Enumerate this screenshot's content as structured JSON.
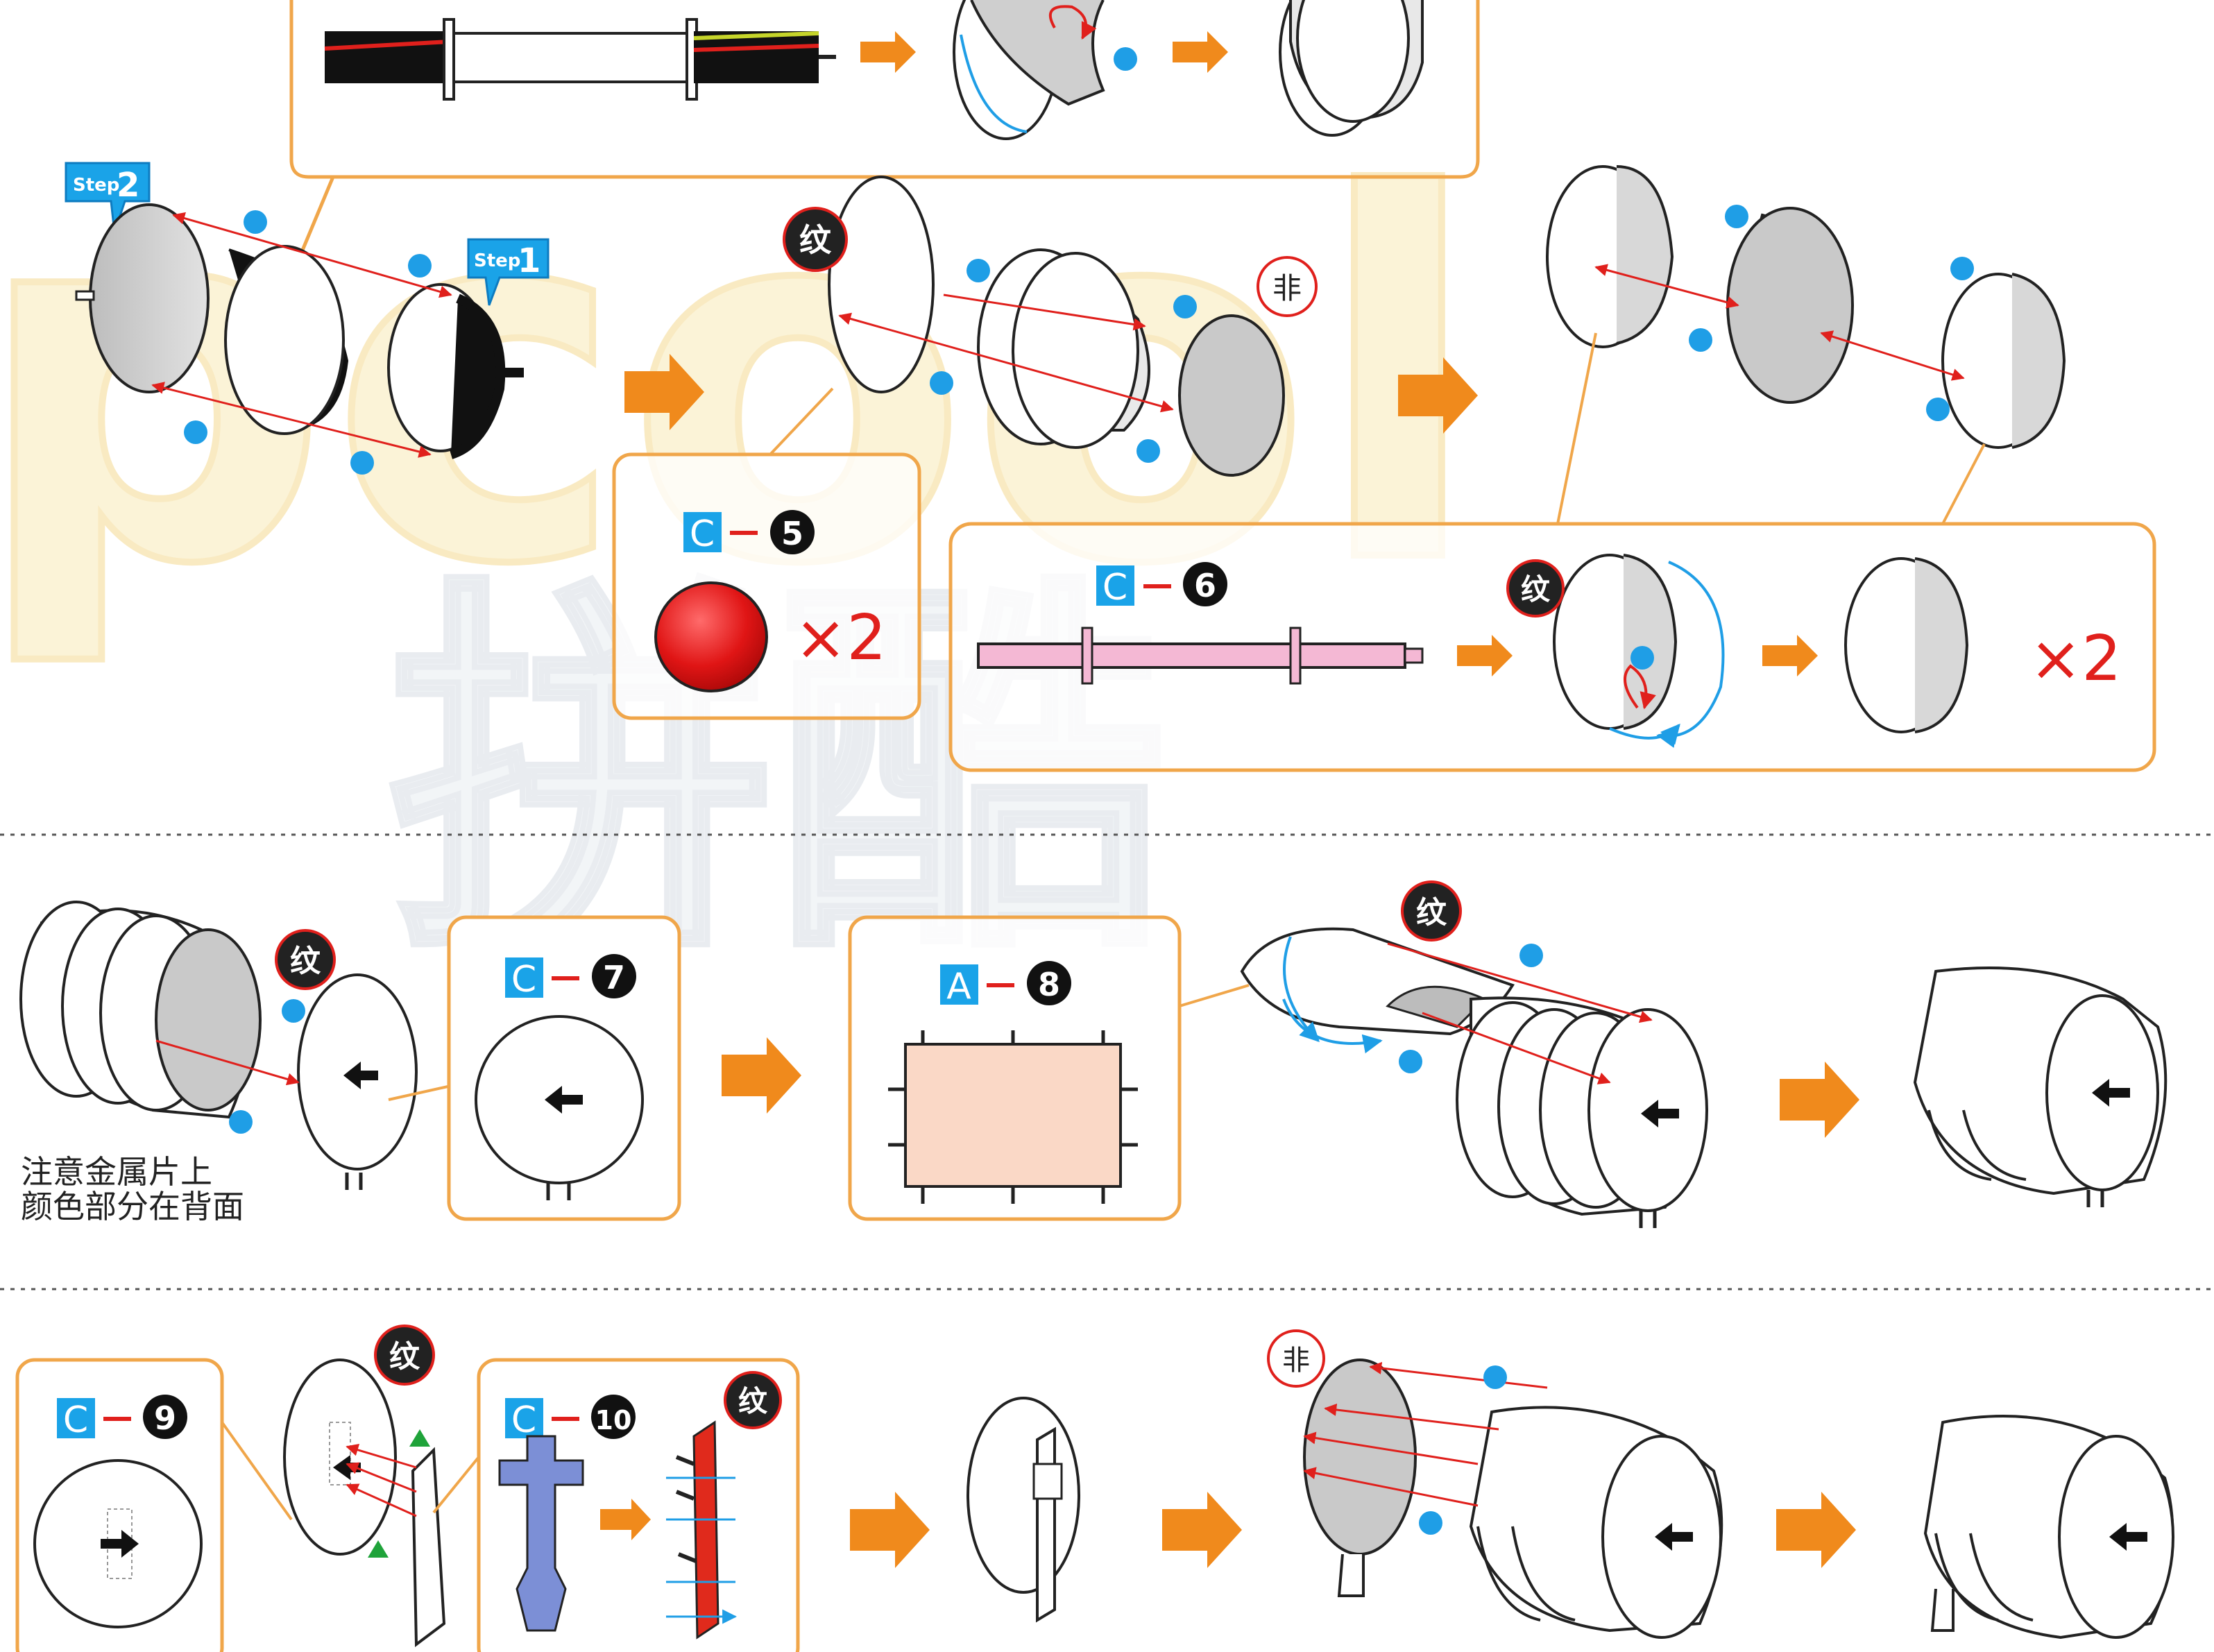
{
  "watermark": {
    "latin": "pcool",
    "cjk": "拼酷"
  },
  "steps": {
    "step1": "Step",
    "step1_num": "1",
    "step2": "Step",
    "step2_num": "2"
  },
  "marks": {
    "wen": "纹",
    "fei": "非"
  },
  "parts": {
    "c5": {
      "letter": "C",
      "num": "5",
      "qty": "×2"
    },
    "c6": {
      "letter": "C",
      "num": "6",
      "qty": "×2"
    },
    "c7": {
      "letter": "C",
      "num": "7"
    },
    "a8": {
      "letter": "A",
      "num": "8"
    },
    "c9": {
      "letter": "C",
      "num": "9"
    },
    "c10": {
      "letter": "C",
      "num": "10"
    }
  },
  "note": {
    "line1": "注意金属片上",
    "line2": "颜色部分在背面"
  },
  "colors": {
    "callout_border": "#f0a64a",
    "flow_arrow": "#f08a1c",
    "badge_blue": "#1aa3e8",
    "dot_blue": "#1f9ee6",
    "guide_red": "#e0201c",
    "mark_black": "#222222",
    "part_red": "#e01515",
    "part_pink": "#f4b8d4",
    "part_peach": "#fad8c6",
    "part_blue": "#7c8fd6"
  }
}
